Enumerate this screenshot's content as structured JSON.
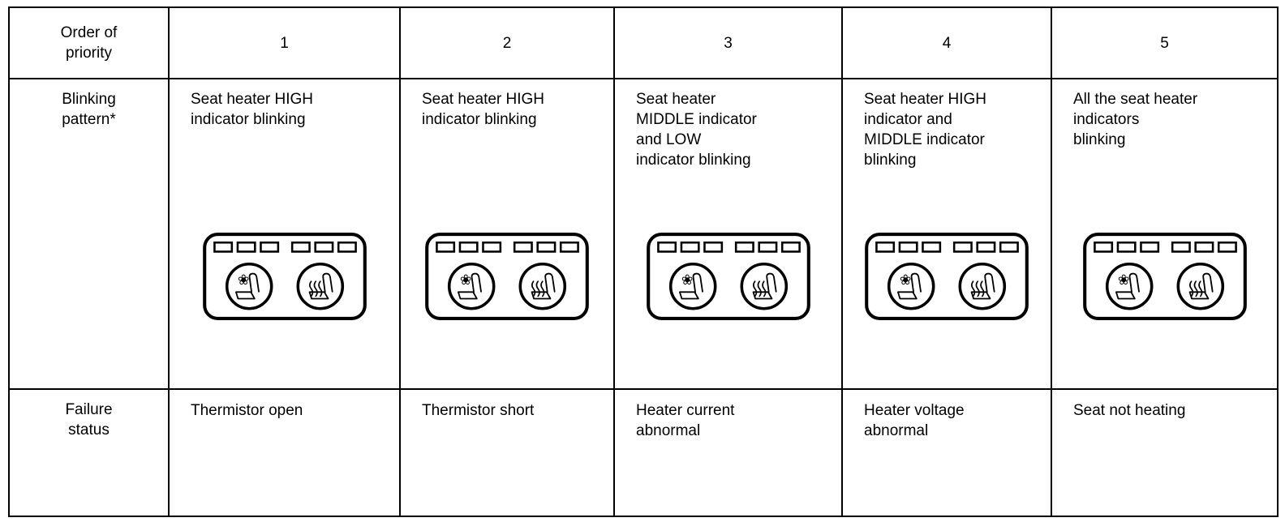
{
  "corner": {
    "priority": "Order of\npriority",
    "pattern": "Blinking\npattern*",
    "failure": "Failure\nstatus"
  },
  "columns": [
    {
      "priority": "1",
      "pattern": "Seat heater HIGH\nindicator blinking",
      "failure": "Thermistor open"
    },
    {
      "priority": "2",
      "pattern": "Seat heater HIGH\nindicator blinking",
      "failure": "Thermistor short"
    },
    {
      "priority": "3",
      "pattern": "Seat heater\nMIDDLE indicator\nand LOW\nindicator blinking",
      "failure": "Heater current\nabnormal"
    },
    {
      "priority": "4",
      "pattern": "Seat heater HIGH\nindicator and\nMIDDLE indicator\nblinking",
      "failure": "Heater voltage\nabnormal"
    },
    {
      "priority": "5",
      "pattern": "All the seat heater\nindicators\nblinking",
      "failure": "Seat not heating"
    }
  ],
  "panel": {
    "indicator_count": 6,
    "left_button_icon": "ventilated-seat-icon",
    "right_button_icon": "heated-seat-icon",
    "fan_glyph": "❀"
  },
  "colors": {
    "border": "#000000",
    "background": "#ffffff",
    "text": "#000000"
  }
}
